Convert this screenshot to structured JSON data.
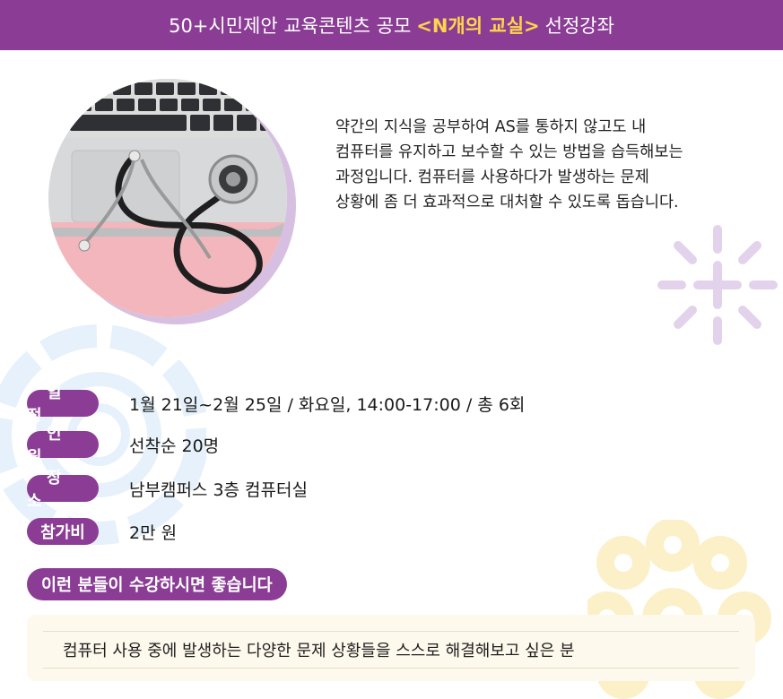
{
  "banner": {
    "prefix": "50+시민제안 교육콘텐츠 공모",
    "highlight": "<N개의 교실>",
    "suffix": "선정강좌"
  },
  "description": [
    "약간의 지식을 공부하여 AS를 통하지 않고도 내",
    "컴퓨터를 유지하고 보수할 수 있는 방법을 습득해보는",
    "과정입니다. 컴퓨터를 사용하다가 발생하는 문제",
    "상황에 좀 더 효과적으로 대처할 수 있도록 돕습니다."
  ],
  "info": [
    {
      "label": "일정",
      "value": "1월 21일~2월 25일 / 화요일, 14:00-17:00 / 총 6회"
    },
    {
      "label": "인원",
      "value": "선착순 20명"
    },
    {
      "label": "장소",
      "value": "남부캠퍼스 3층 컴퓨터실"
    },
    {
      "label": "참가비",
      "value": "2만 원"
    }
  ],
  "target": {
    "title": "이런 분들이 수강하시면 좋습니다",
    "item": "컴퓨터 사용 중에 발생하는 다양한 문제 상황들을 스스로 해결해보고 싶은 분"
  },
  "colors": {
    "brand_purple": "#8b3d96",
    "highlight_yellow": "#ffd54a",
    "deco_lavender": "#e3d2ec",
    "deco_blue": "#e6f1fb",
    "deco_yellow": "#fbf0c8"
  }
}
